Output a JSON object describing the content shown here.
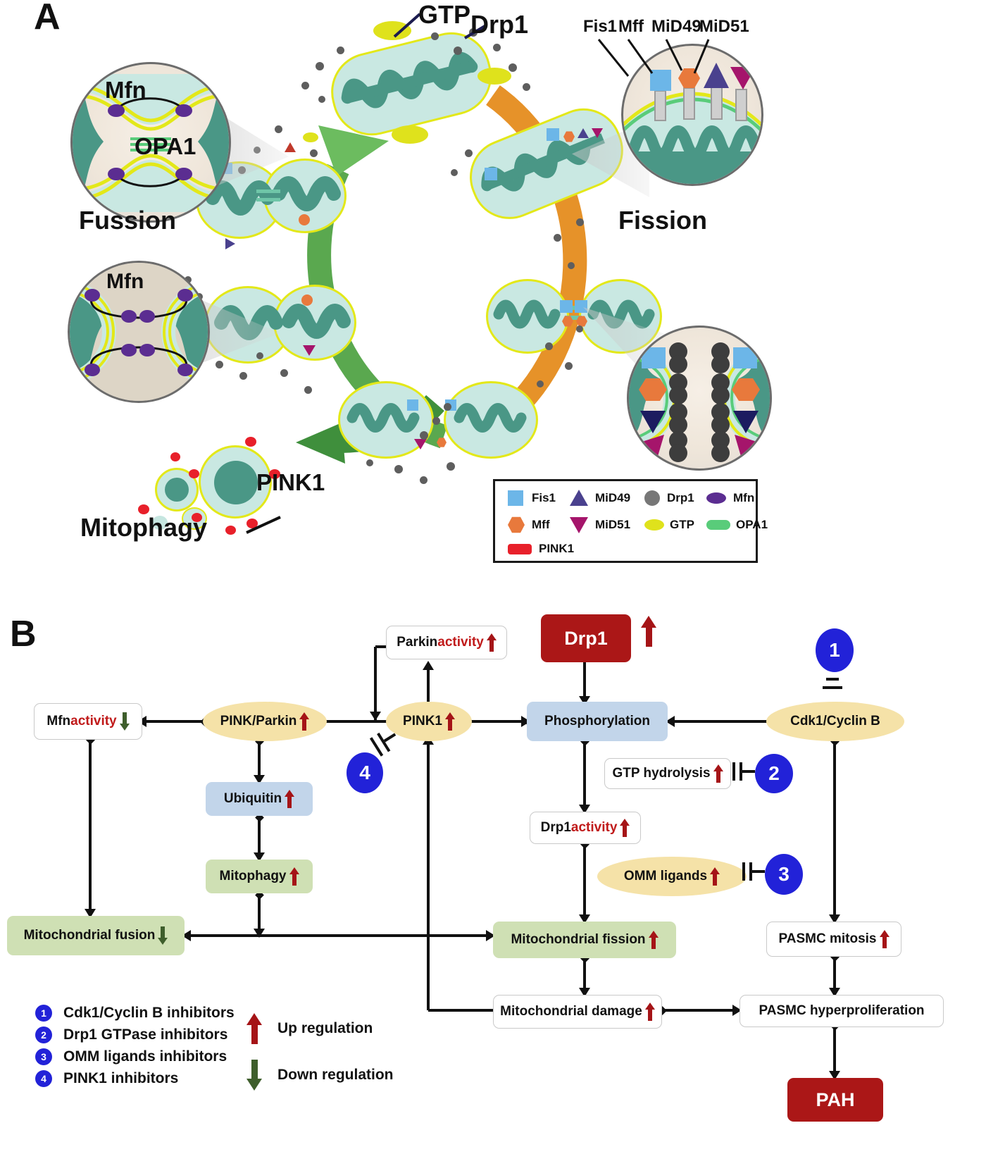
{
  "figure": {
    "panels": [
      {
        "letter": "A",
        "name": "mitochondrial-dynamics-cycle"
      },
      {
        "letter": "B",
        "name": "pah-signaling-pathway"
      }
    ]
  },
  "panelA": {
    "letter": "A",
    "labels": {
      "gtp": "GTP",
      "drp1": "Drp1",
      "fussion": "Fussion",
      "fission": "Fission",
      "mitophagy": "Mitophagy",
      "pink1": "PINK1",
      "mfn_top": "Mfn",
      "opa1_top": "OPA1",
      "mfn_left": "Mfn"
    },
    "receptor_callout": [
      "Fis1",
      "Mff",
      "MiD49",
      "MiD51"
    ],
    "legend": {
      "rows": [
        [
          {
            "symbol": "square",
            "color": "#6cb6e8",
            "label": "Fis1"
          },
          {
            "symbol": "triangle-up",
            "color": "#4a418e",
            "label": "MiD49"
          },
          {
            "symbol": "circle",
            "color": "#777777",
            "label": "Drp1"
          },
          {
            "symbol": "ellipse",
            "color": "#5b2d91",
            "label": "Mfn"
          }
        ],
        [
          {
            "symbol": "hexagon",
            "color": "#e8793c",
            "label": "Mff"
          },
          {
            "symbol": "triangle-down",
            "color": "#a5156b",
            "label": "MiD51"
          },
          {
            "symbol": "ellipse",
            "color": "#dfe21c",
            "label": "GTP"
          },
          {
            "symbol": "rounded-rect",
            "color": "#59cc7a",
            "label": "OPA1"
          }
        ],
        [
          {
            "symbol": "rounded-rect",
            "color": "#e8202a",
            "label": "PINK1"
          }
        ]
      ]
    },
    "colors": {
      "fusion_arrow": "#5aa84f",
      "fission_arrow": "#e69229",
      "mito_outline": "#e3e819",
      "mito_matrix": "#4a9786",
      "mito_body": "#c9e8e2"
    }
  },
  "panelB": {
    "letter": "B",
    "nodes": {
      "parkin_activity": {
        "text": "Parkin ",
        "emph": "activity",
        "reg": "up"
      },
      "drp1": {
        "text": "Drp1",
        "reg": "up_outside"
      },
      "mfn_activity": {
        "text": "Mfn ",
        "emph": "activity",
        "reg": "down"
      },
      "pink_parkin": {
        "text": "PINK/Parkin",
        "reg": "up"
      },
      "pink1": {
        "text": "PINK1",
        "reg": "up"
      },
      "phosphorylation": {
        "text": "Phosphorylation",
        "reg": "none"
      },
      "cdk1_cyclinb": {
        "text": "Cdk1/Cyclin B",
        "reg": "none"
      },
      "gtp_hydrolysis": {
        "text": "GTP hydrolysis",
        "reg": "up"
      },
      "ubiquitin": {
        "text": "Ubiquitin",
        "reg": "up"
      },
      "drp1_activity": {
        "text": "Drp1 ",
        "emph": "activity",
        "reg": "up"
      },
      "mitophagy": {
        "text": "Mitophagy",
        "reg": "up"
      },
      "omm_ligands": {
        "text": "OMM ligands",
        "reg": "up"
      },
      "mito_fusion": {
        "text": "Mitochondrial fusion",
        "reg": "down"
      },
      "mito_fission": {
        "text": "Mitochondrial fission",
        "reg": "up"
      },
      "pasmc_mitosis": {
        "text": "PASMC mitosis",
        "reg": "up"
      },
      "mito_damage": {
        "text": "Mitochondrial damage",
        "reg": "up"
      },
      "pasmc_hyper": {
        "text": "PASMC hyperproliferation",
        "reg": "none"
      },
      "pah": {
        "text": "PAH",
        "reg": "none"
      }
    },
    "badges": [
      "1",
      "2",
      "3",
      "4"
    ],
    "key": {
      "items": [
        {
          "num": "1",
          "label": "Cdk1/Cyclin B inhibitors"
        },
        {
          "num": "2",
          "label": "Drp1 GTPase inhibitors"
        },
        {
          "num": "3",
          "label": "OMM ligands inhibitors"
        },
        {
          "num": "4",
          "label": "PINK1 inhibitors"
        }
      ],
      "regulation": [
        {
          "direction": "up",
          "label": "Up regulation",
          "color": "#a51417"
        },
        {
          "direction": "down",
          "label": "Down regulation",
          "color": "#3e5e2c"
        }
      ]
    },
    "colors": {
      "badge": "#2222d8",
      "up": "#a51417",
      "down": "#3e5e2c",
      "yellow_node": "#f5e2a8",
      "blue_node": "#c2d5ea",
      "green_node": "#cfe0b4",
      "red_node": "#ab1717"
    }
  }
}
